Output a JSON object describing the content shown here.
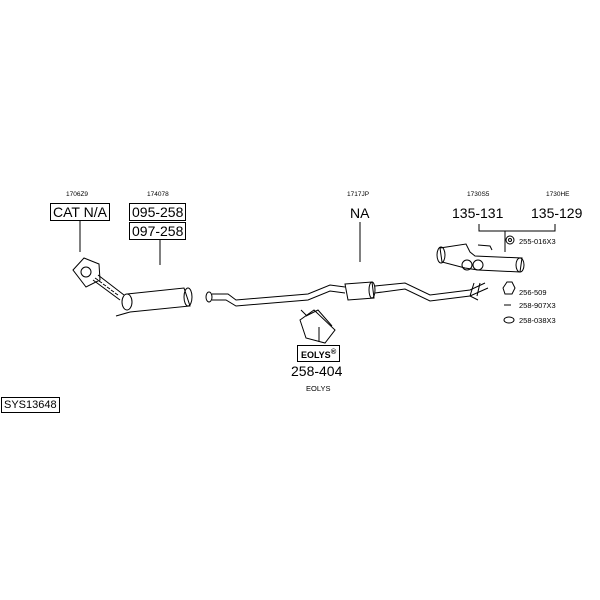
{
  "system_code": "SYS13648",
  "parts": {
    "catalyst": {
      "ref": "1706Z9",
      "label": "CAT N/A"
    },
    "filter": {
      "ref": "174078",
      "labels": [
        "095-258",
        "097-258"
      ]
    },
    "centre": {
      "ref": "1717JP",
      "label": "NA"
    },
    "rear_a": {
      "ref": "1730S5",
      "label": "135-131"
    },
    "rear_b": {
      "ref": "1730HE",
      "label": "135-129"
    },
    "additive": {
      "badge": "EOLYS",
      "badge_mark": "®",
      "label": "258-404",
      "caption": "EOLYS"
    }
  },
  "accessories": [
    {
      "label": "255-016X3"
    },
    {
      "label": "256-509"
    },
    {
      "label": "258-907X3"
    },
    {
      "label": "258-038X3"
    }
  ]
}
